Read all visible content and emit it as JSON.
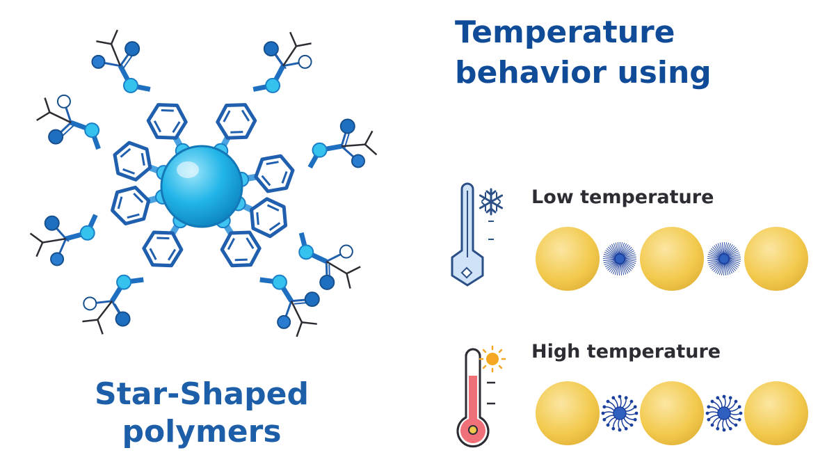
{
  "title": {
    "line1": "Temperature",
    "line2": "behavior using"
  },
  "caption": {
    "line1": "Star-Shaped",
    "line2": "polymers"
  },
  "rows": {
    "low": {
      "label": "Low temperature",
      "icon": "cold-thermometer-snowflake-icon"
    },
    "high": {
      "label": "High temperature",
      "icon": "hot-thermometer-sun-icon"
    }
  },
  "colors": {
    "polymer_blue": "#1f6fc0",
    "core_cyan": "#22b5e8",
    "nanoparticle_gold": "#f2c94c",
    "micelle_navy": "#1b3f9c",
    "title_blue": "#0f4b97",
    "thermometer_red": "#f07079"
  }
}
